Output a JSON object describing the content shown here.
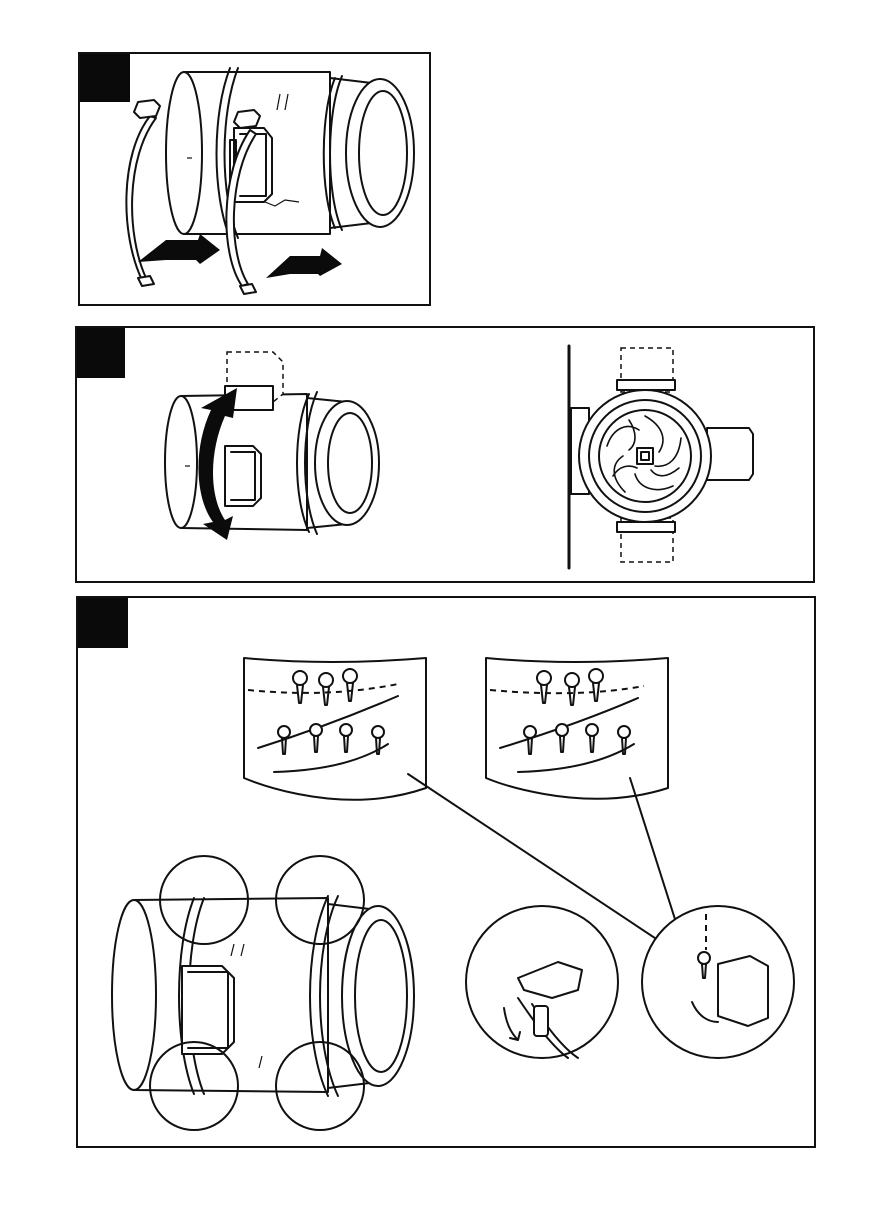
{
  "document": {
    "pages": [
      {
        "panel": "step-1",
        "badge_color": "#0a0a0a",
        "content": "clamp-rings-slid-onto-duct-fan"
      },
      {
        "panel": "step-2",
        "badge_color": "#0a0a0a",
        "content": "rotate-terminal-box-and-wall-mount-view"
      },
      {
        "panel": "step-3",
        "badge_color": "#0a0a0a",
        "content": "screw-selection-and-clamp-fixing-details"
      }
    ],
    "colors": {
      "ink": "#111111",
      "badge": "#0a0a0a",
      "paper": "#ffffff"
    }
  }
}
